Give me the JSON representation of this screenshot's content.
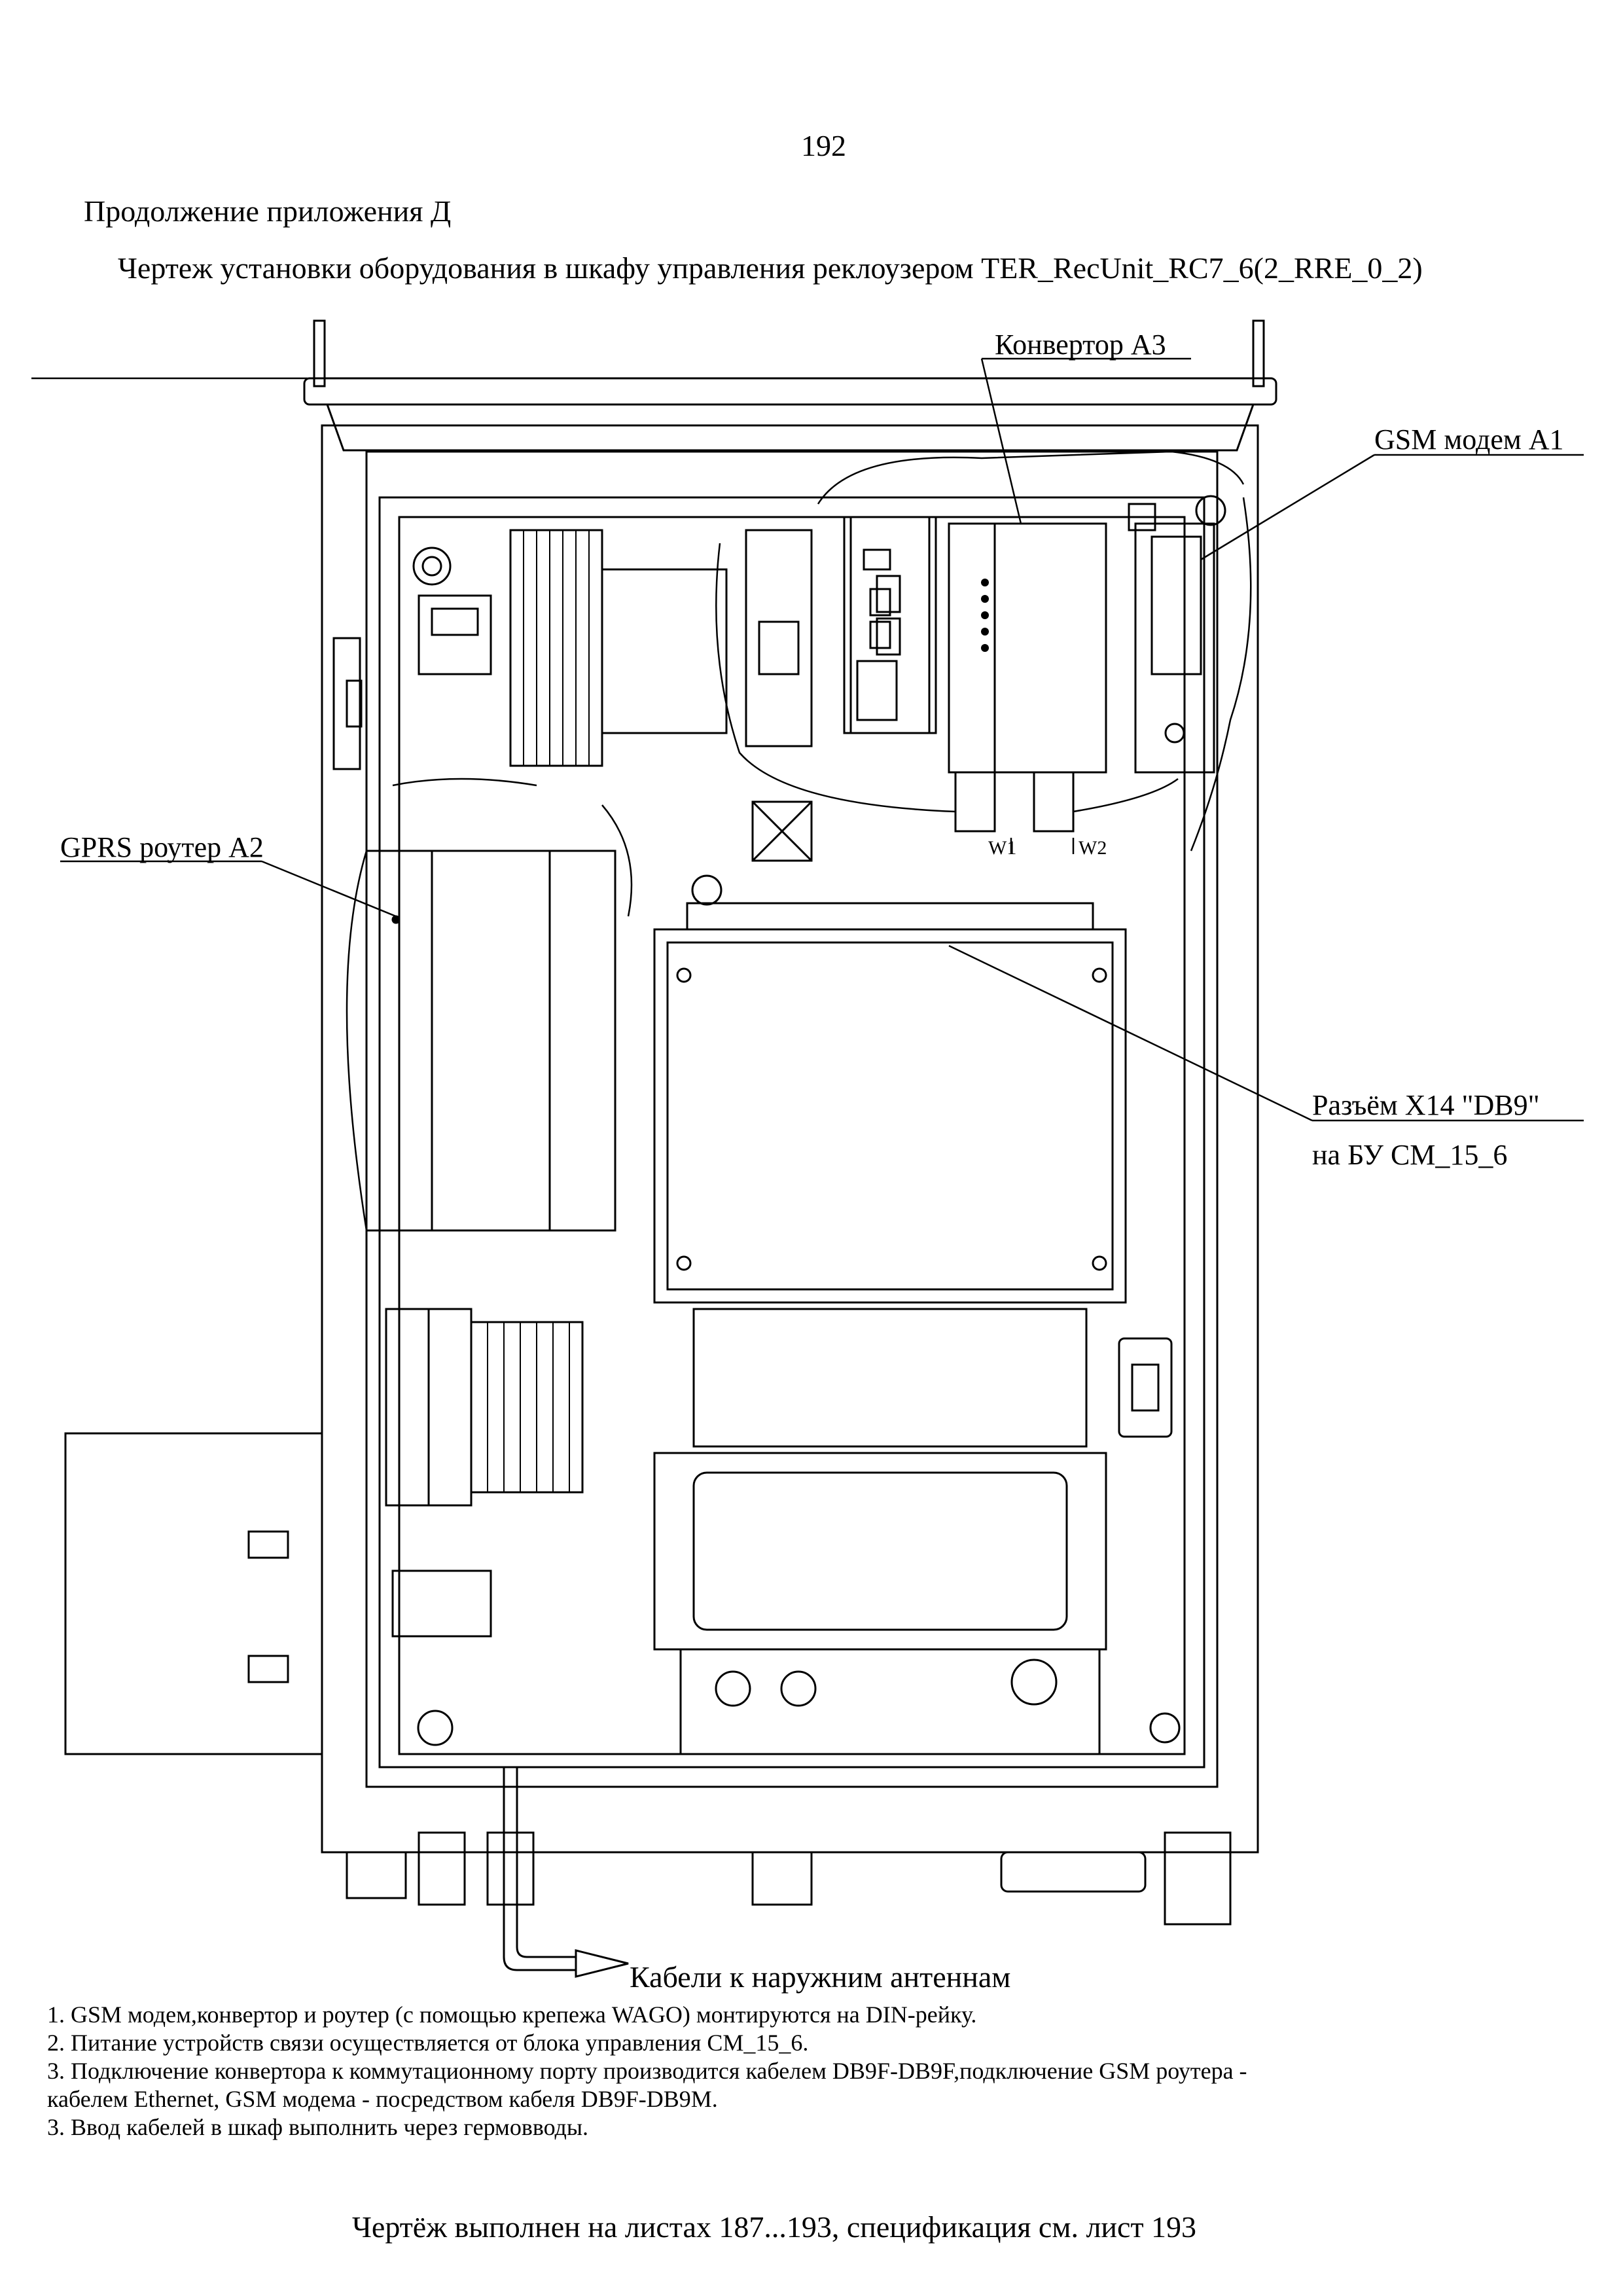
{
  "header": {
    "page_number": "192",
    "appendix": "Продолжение приложения Д",
    "title": "Чертеж установки оборудования в шкафу управления реклоузером TER_RecUnit_RC7_6(2_RRE_0_2)"
  },
  "callouts": {
    "converter": "Конвертор А3",
    "gsm_modem": "GSM модем А1",
    "gprs_router": "GPRS роутер А2",
    "connector_line1": "Разъём Х14 \"DB9\"",
    "connector_line2": "на БУ СМ_15_6",
    "cables": "Кабели к наружним антеннам",
    "w1": "W1",
    "w2": "W2"
  },
  "notes": [
    "1. GSM модем,конвертор и роутер (с помощью крепежа WAGO) монтируются на DIN-рейку.",
    "2. Питание устройств связи осуществляется от блока управления СМ_15_6.",
    "3. Подключение конвертора к коммутационному порту производится кабелем DB9F-DB9F,подключение GSM роутера -",
    "кабелем Ethernet,  GSM модема - посредством  кабеля DB9F-DB9M.",
    "3. Ввод кабелей в шкаф выполнить через гермовводы."
  ],
  "footer": "Чертёж выполнен на листах 187...193, спецификация см. лист 193"
}
